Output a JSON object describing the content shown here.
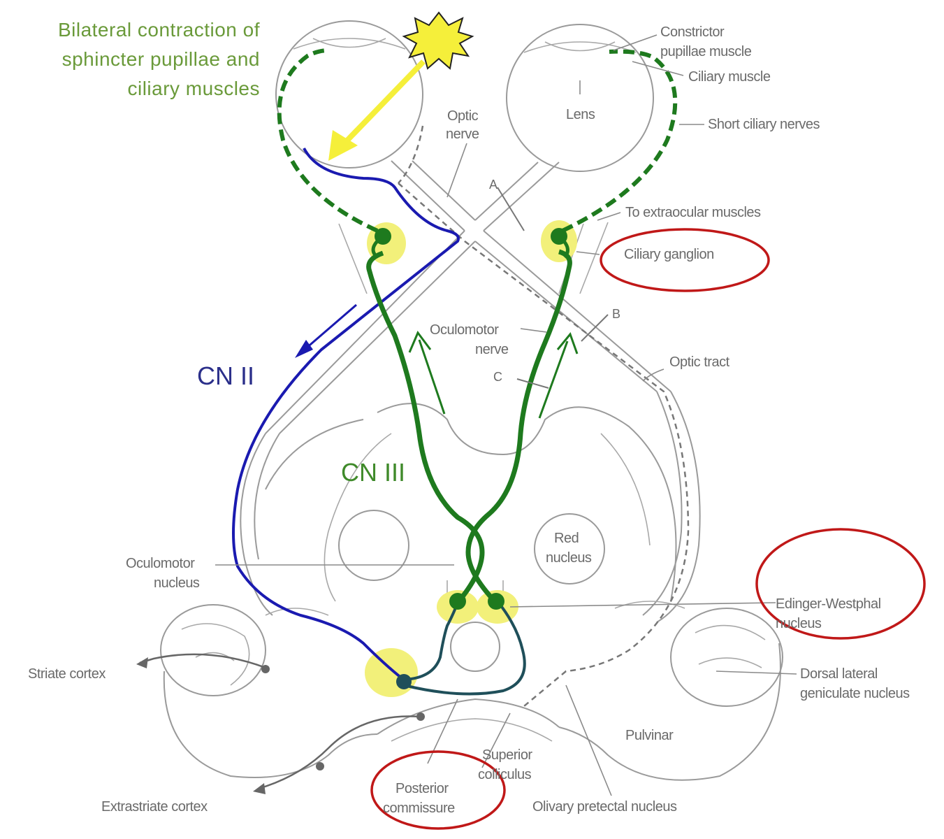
{
  "title_lines": [
    "Bilateral contraction of",
    "sphincter pupillae and",
    "ciliary muscles"
  ],
  "labels": {
    "constrictor": [
      "Constrictor",
      "pupillae muscle"
    ],
    "ciliary_muscle": "Ciliary muscle",
    "lens": "Lens",
    "short_ciliary": "Short ciliary nerves",
    "optic_nerve": [
      "Optic",
      "nerve"
    ],
    "to_extraocular": "To extraocular muscles",
    "ciliary_ganglion": "Ciliary ganglion",
    "marker_a": "A",
    "marker_b": "B",
    "marker_c": "C",
    "oculomotor_nerve": [
      "Oculomotor",
      "nerve"
    ],
    "optic_tract": "Optic tract",
    "cn2": "CN II",
    "cn3": "CN III",
    "red_nucleus": [
      "Red",
      "nucleus"
    ],
    "oculomotor_nucleus": [
      "Oculomotor",
      "nucleus"
    ],
    "edinger": [
      "Edinger-Westphal",
      "nucleus"
    ],
    "striate": "Striate cortex",
    "dorsal_lateral": [
      "Dorsal lateral",
      "geniculate nucleus"
    ],
    "pulvinar": "Pulvinar",
    "superior_colliculus": [
      "Superior",
      "colliculus"
    ],
    "posterior_commissure": [
      "Posterior",
      "commissure"
    ],
    "olivary": "Olivary pretectal nucleus",
    "extrastriate": "Extrastriate cortex"
  },
  "colors": {
    "green_dark": "#1e7a1e",
    "blue": "#1a1ab0",
    "teal": "#1f4f5a",
    "yellow": "#f5ef3a",
    "highlight": "#f2f07a",
    "circle_red": "#c01818",
    "title_green": "#6a9a3a"
  }
}
